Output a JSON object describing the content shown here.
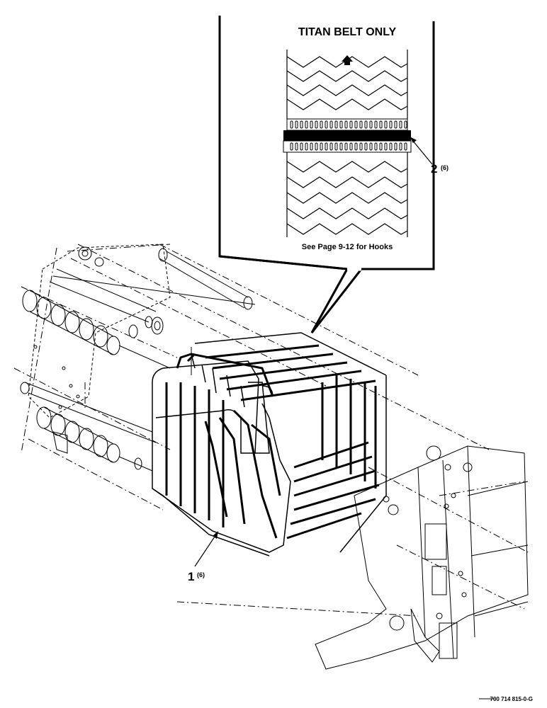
{
  "inset": {
    "title": "TITAN BELT ONLY",
    "callout_number": "2",
    "callout_qty": "(6)",
    "note": "See Page 9-12 for Hooks"
  },
  "main": {
    "callout_number": "1",
    "callout_qty": "(6)"
  },
  "figure_id": "700 714 815-0-G"
}
